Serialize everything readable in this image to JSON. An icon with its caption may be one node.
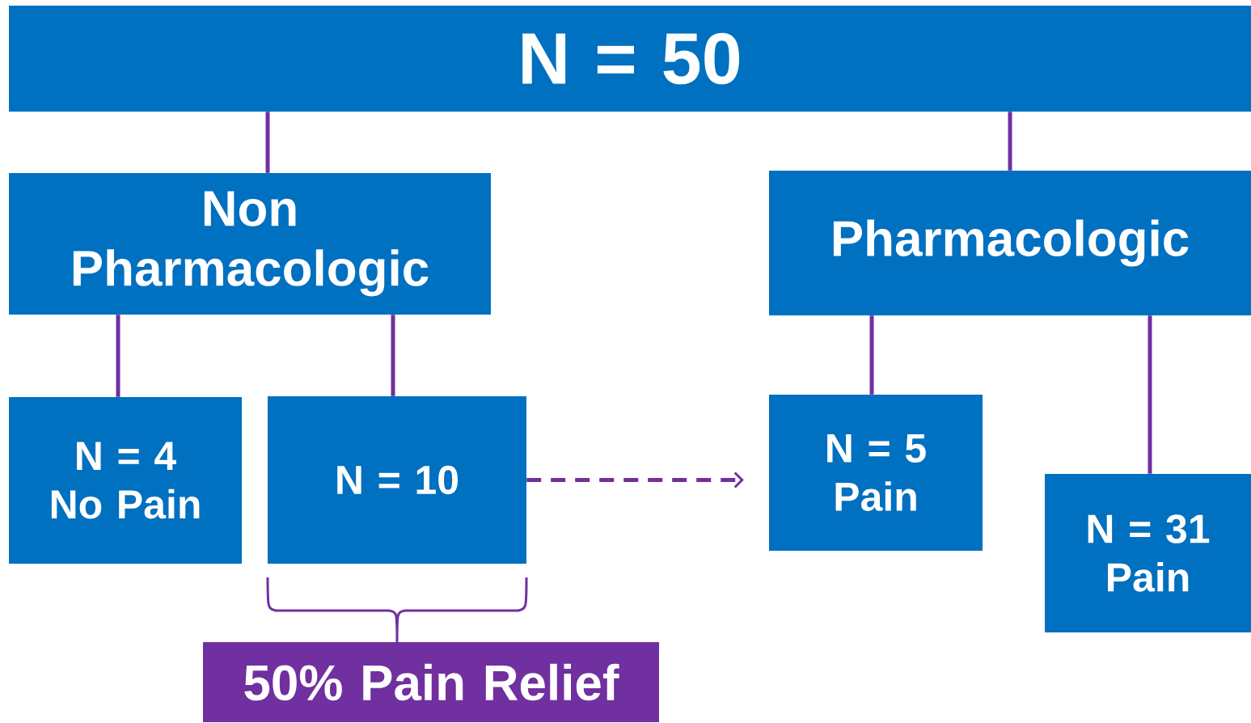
{
  "diagram": {
    "nodes": [
      {
        "text": [
          "N = 50"
        ]
      },
      {
        "text": [
          "Non Pharmacologic"
        ]
      },
      {
        "text": [
          "Pharmacologic"
        ]
      },
      {
        "text": [
          "N = 4 No Pain"
        ]
      },
      {
        "text": [
          "N = 10"
        ]
      },
      {
        "text": [
          "N = 5 Pain"
        ]
      },
      {
        "text": [
          "N = 31 Pain"
        ]
      },
      {
        "text": [
          "50% Pain Relief"
        ]
      }
    ],
    "edges": [
      {
        "from": 0,
        "to": 1,
        "arrow": "none"
      },
      {
        "from": 0,
        "to": 2,
        "arrow": "none"
      },
      {
        "from": 1,
        "to": 3,
        "arrow": "none"
      },
      {
        "from": 1,
        "to": 4,
        "arrow": "none"
      },
      {
        "from": 2,
        "to": 5,
        "arrow": "none"
      },
      {
        "from": 2,
        "to": 6,
        "arrow": "none"
      },
      {
        "from": 4,
        "to": 5,
        "arrow": "to",
        "style": "dashed"
      }
    ]
  }
}
